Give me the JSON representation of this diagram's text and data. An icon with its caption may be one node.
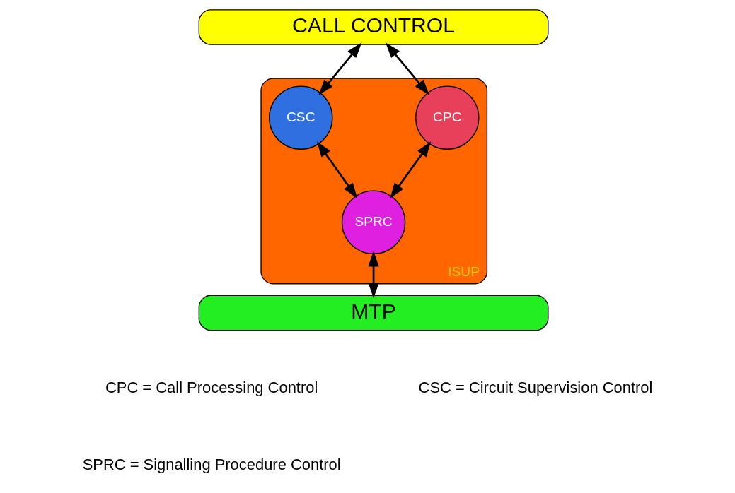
{
  "diagram": {
    "nodes": [
      {
        "text": [
          "CALL CONTROL"
        ]
      },
      {
        "text": [
          "ISUP"
        ]
      },
      {
        "text": [
          "CPC"
        ],
        "in": 1
      },
      {
        "text": [
          "CSC"
        ],
        "in": 1
      },
      {
        "text": [
          "SPRC"
        ],
        "in": 1
      },
      {
        "text": [
          "MTP"
        ]
      }
    ],
    "edges": [
      {
        "from": 0,
        "to": 2,
        "arrow": "both"
      },
      {
        "from": 0,
        "to": 3,
        "arrow": "both"
      },
      {
        "from": 2,
        "to": 4,
        "arrow": "both"
      },
      {
        "from": 3,
        "to": 4,
        "arrow": "both"
      },
      {
        "from": 4,
        "to": 5,
        "arrow": "both"
      }
    ],
    "labels": [
      "CPC = Call Processing Control",
      "CSC = Circuit Supervision Control",
      "SPRC = Signalling Procedure Control"
    ]
  }
}
